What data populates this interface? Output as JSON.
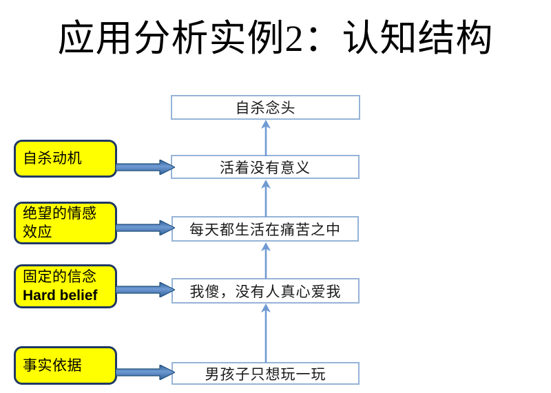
{
  "slide": {
    "title": "应用分析实例2：认知结构",
    "background_color": "#ffffff"
  },
  "colors": {
    "statement_border": "#95b3d7",
    "statement_fill": "#ffffff",
    "tag_fill": "#ffff00",
    "tag_border": "#1f3864",
    "block_arrow_fill": "#4f81bd",
    "block_arrow_edge": "#1f4e79",
    "thin_arrow": "#6f9ad3",
    "title_color": "#000000"
  },
  "statements": [
    {
      "id": "suicidal-thought",
      "text": "自杀念头"
    },
    {
      "id": "life-meaningless",
      "text": "活着没有意义"
    },
    {
      "id": "daily-suffering",
      "text": "每天都生活在痛苦之中"
    },
    {
      "id": "nobody-loves-me",
      "text": "我傻，没有人真心爱我"
    },
    {
      "id": "boy-just-playing",
      "text": "男孩子只想玩一玩"
    }
  ],
  "tags": [
    {
      "id": "suicide-motive",
      "line1": "自杀动机",
      "line2": ""
    },
    {
      "id": "despair-emotion",
      "line1": "绝望的情感",
      "line2": "效应"
    },
    {
      "id": "hard-belief",
      "line1": "固定的信念",
      "line2": "Hard belief",
      "line2_latin": true
    },
    {
      "id": "factual-basis",
      "line1": "事实依据",
      "line2": ""
    }
  ],
  "connectors": {
    "block_arrows": 4,
    "vertical_arrows": 4,
    "direction": "upward"
  }
}
